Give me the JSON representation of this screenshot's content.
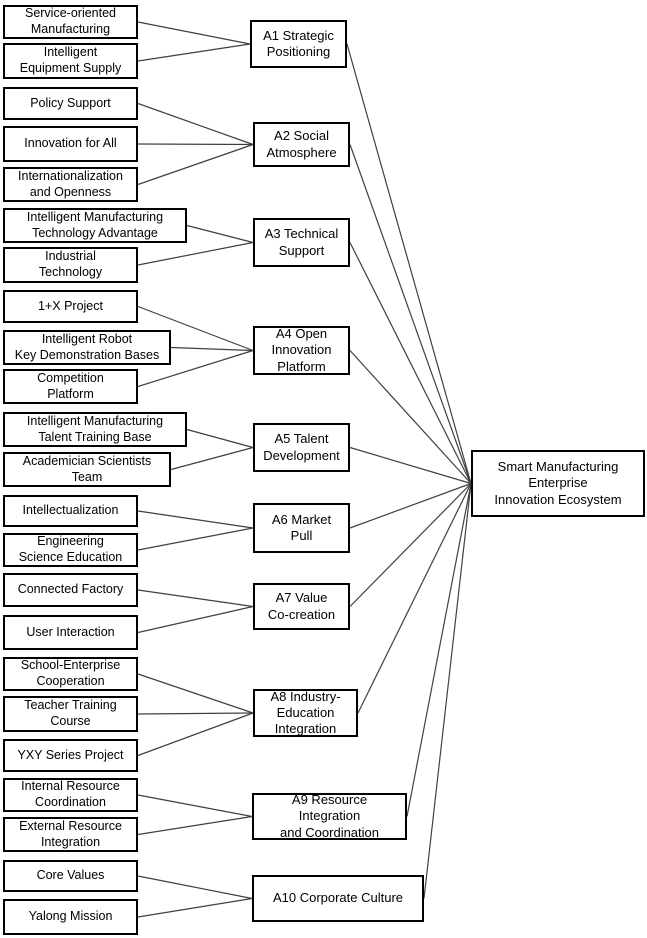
{
  "diagram": {
    "title": "Smart Manufacturing Enterprise Innovation Ecosystem diagram",
    "colors": {
      "background": "#ffffff",
      "box_border": "#000000",
      "connector_line": "#404040"
    },
    "root": {
      "id": "root",
      "label": "Smart Manufacturing\nEnterprise\nInnovation Ecosystem"
    },
    "middle": [
      {
        "id": "A1",
        "label": "A1 Strategic\nPositioning"
      },
      {
        "id": "A2",
        "label": "A2 Social\nAtmosphere"
      },
      {
        "id": "A3",
        "label": "A3 Technical\nSupport"
      },
      {
        "id": "A4",
        "label": "A4 Open\nInnovation\nPlatform"
      },
      {
        "id": "A5",
        "label": "A5 Talent\nDevelopment"
      },
      {
        "id": "A6",
        "label": "A6 Market\nPull"
      },
      {
        "id": "A7",
        "label": "A7 Value\nCo-creation"
      },
      {
        "id": "A8",
        "label": "A8 Industry-\nEducation\nIntegration"
      },
      {
        "id": "A9",
        "label": "A9 Resource\nIntegration\nand Coordination"
      },
      {
        "id": "A10",
        "label": "A10 Corporate Culture"
      }
    ],
    "left": [
      {
        "id": "L1",
        "label": "Service-oriented\nManufacturing",
        "target": "A1"
      },
      {
        "id": "L2",
        "label": "Intelligent\nEquipment Supply",
        "target": "A1"
      },
      {
        "id": "L3",
        "label": "Policy Support",
        "target": "A2"
      },
      {
        "id": "L4",
        "label": "Innovation for All",
        "target": "A2"
      },
      {
        "id": "L5",
        "label": "Internationalization\nand Openness",
        "target": "A2"
      },
      {
        "id": "L6",
        "label": "Intelligent Manufacturing\nTechnology Advantage",
        "target": "A3"
      },
      {
        "id": "L7",
        "label": "Industrial\nTechnology",
        "target": "A3"
      },
      {
        "id": "L8",
        "label": "1+X Project",
        "target": "A4"
      },
      {
        "id": "L9",
        "label": "Intelligent Robot\nKey Demonstration Bases",
        "target": "A4"
      },
      {
        "id": "L10",
        "label": "Competition\nPlatform",
        "target": "A4"
      },
      {
        "id": "L11",
        "label": "Intelligent Manufacturing\nTalent Training Base",
        "target": "A5"
      },
      {
        "id": "L12",
        "label": "Academician Scientists\nTeam",
        "target": "A5"
      },
      {
        "id": "L13",
        "label": "Intellectualization",
        "target": "A6"
      },
      {
        "id": "L14",
        "label": "Engineering\nScience Education",
        "target": "A6"
      },
      {
        "id": "L15",
        "label": "Connected Factory",
        "target": "A7"
      },
      {
        "id": "L16",
        "label": "User Interaction",
        "target": "A7"
      },
      {
        "id": "L17",
        "label": "School-Enterprise\nCooperation",
        "target": "A8"
      },
      {
        "id": "L18",
        "label": "Teacher Training\nCourse",
        "target": "A8"
      },
      {
        "id": "L19",
        "label": "YXY Series Project",
        "target": "A8"
      },
      {
        "id": "L20",
        "label": "Internal Resource\nCoordination",
        "target": "A9"
      },
      {
        "id": "L21",
        "label": "External Resource\nIntegration",
        "target": "A9"
      },
      {
        "id": "L22",
        "label": "Core Values",
        "target": "A10"
      },
      {
        "id": "L23",
        "label": "Yalong Mission",
        "target": "A10"
      }
    ]
  }
}
